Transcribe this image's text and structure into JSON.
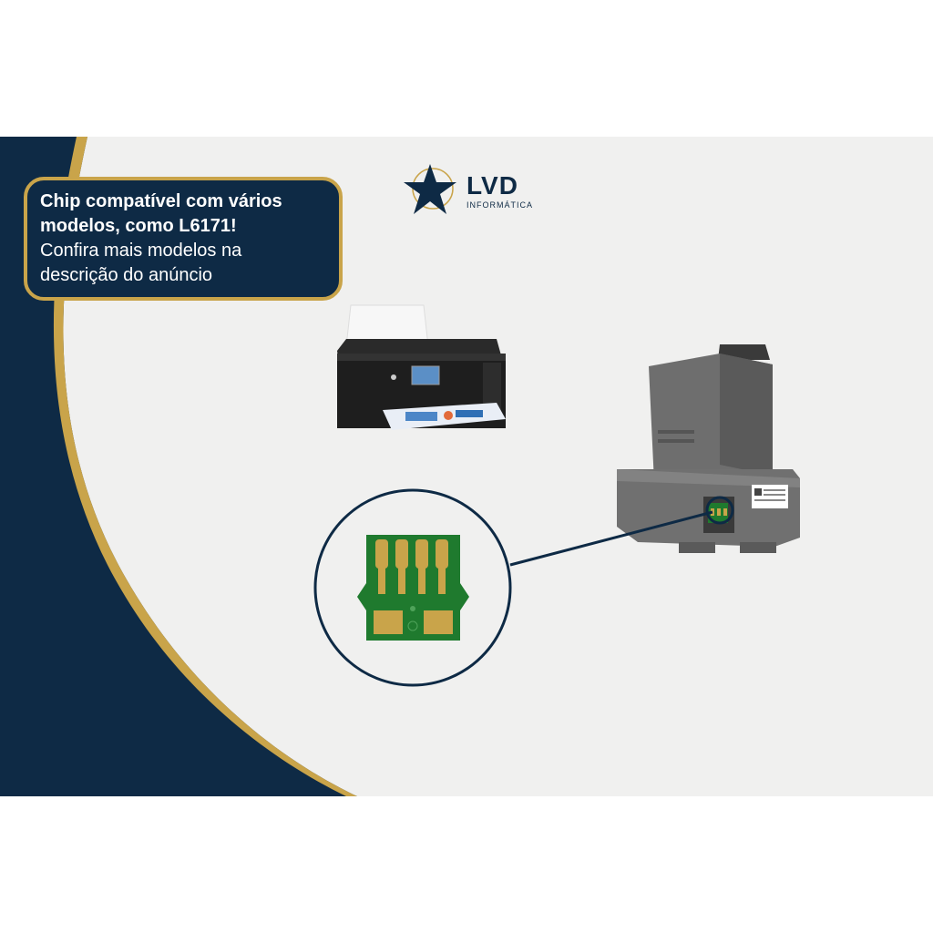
{
  "callout": {
    "line1": "Chip compatível com vários",
    "line2": "modelos, como L6171!",
    "line3": "Confira mais modelos na",
    "line4": "descrição do anúncio"
  },
  "logo": {
    "name": "LVD",
    "subtitle": "INFORMÁTICA",
    "icon": "star-icon"
  },
  "colors": {
    "navy": "#0e2a45",
    "gold": "#c9a44a",
    "background": "#f0f0ef",
    "chip_green": "#1f7a2e",
    "chip_gold": "#c9a44a"
  }
}
